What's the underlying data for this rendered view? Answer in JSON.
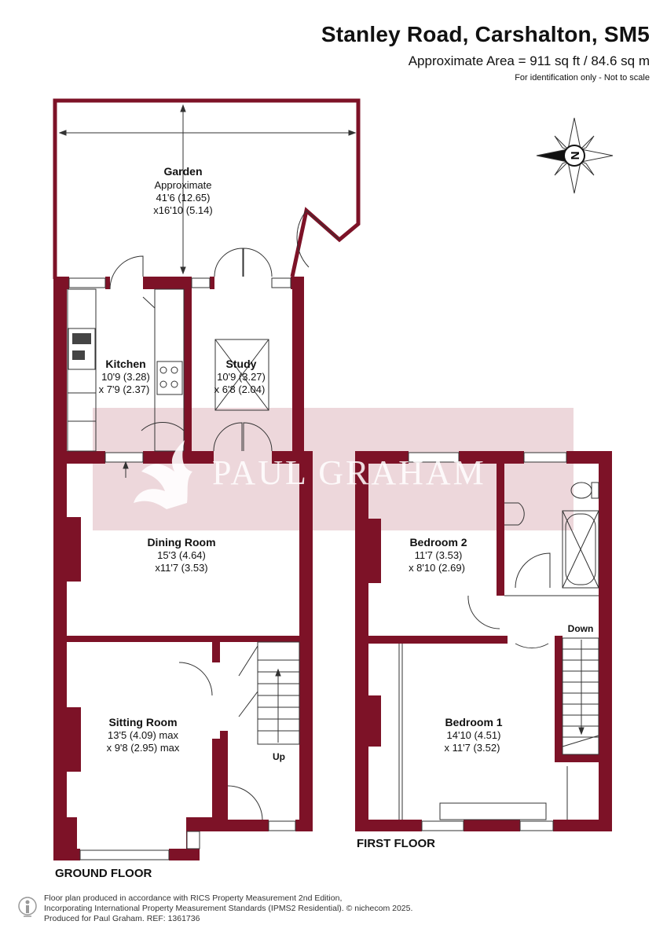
{
  "header": {
    "title": "Stanley Road, Carshalton, SM5",
    "area": "Approximate Area = 911 sq ft / 84.6 sq m",
    "disclaimer": "For identification only - Not to scale"
  },
  "compass": {
    "letter": "N"
  },
  "watermark": {
    "text": "PAUL GRAHAM"
  },
  "ground_floor": {
    "label": "GROUND FLOOR",
    "rooms": [
      {
        "name": "Garden",
        "lines": [
          "Approximate",
          "41'6 (12.65)",
          "x16'10 (5.14)"
        ]
      },
      {
        "name": "Kitchen",
        "lines": [
          "10'9 (3.28)",
          "x 7'9 (2.37)"
        ]
      },
      {
        "name": "Study",
        "lines": [
          "10'9 (3.27)",
          "x 6'8 (2.04)"
        ]
      },
      {
        "name": "Dining Room",
        "lines": [
          "15'3 (4.64)",
          "x11'7 (3.53)"
        ]
      },
      {
        "name": "Sitting Room",
        "lines": [
          "13'5 (4.09) max",
          "x 9'8 (2.95) max"
        ]
      }
    ],
    "stairs_label": "Up"
  },
  "first_floor": {
    "label": "FIRST FLOOR",
    "rooms": [
      {
        "name": "Bedroom 2",
        "lines": [
          "11'7 (3.53)",
          "x 8'10 (2.69)"
        ]
      },
      {
        "name": "Bedroom 1",
        "lines": [
          "14'10 (4.51)",
          "x 11'7 (3.52)"
        ]
      }
    ],
    "stairs_label": "Down"
  },
  "footer": {
    "line1": "Floor plan produced in accordance with RICS Property Measurement 2nd Edition,",
    "line2": "Incorporating International Property Measurement Standards (IPMS2 Residential).  © nichecom 2025.",
    "line3": "Produced for Paul Graham.   REF: 1361736"
  },
  "colors": {
    "wall": "#7d1227",
    "watermark_band": "#e7c9cf",
    "line": "#333333"
  }
}
